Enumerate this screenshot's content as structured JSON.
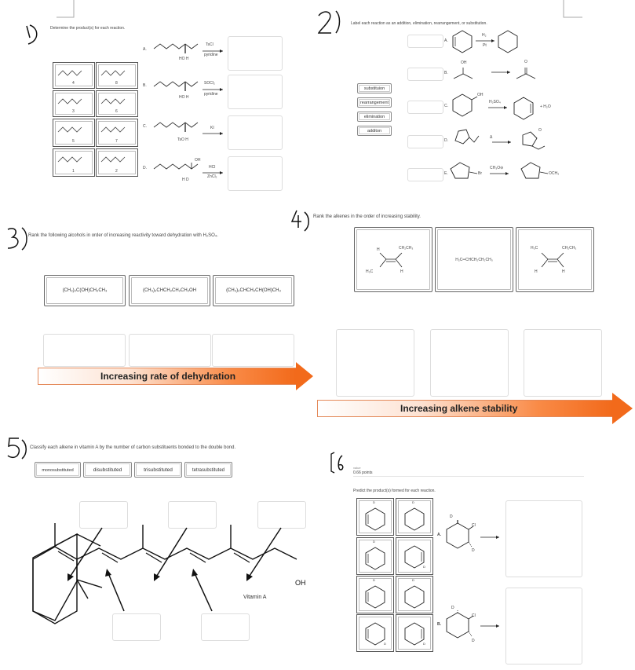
{
  "q1": {
    "number": "1",
    "prompt": "Determine the product(s) for each reaction.",
    "reactions": [
      {
        "label": "A.",
        "reagent1": "TsCl",
        "reagent2": "pyridine",
        "sub": "HO  H"
      },
      {
        "label": "B.",
        "reagent1": "SOCl₂",
        "reagent2": "pyridine",
        "sub": "HO  H"
      },
      {
        "label": "C.",
        "reagent1": "KI",
        "reagent2": "",
        "sub": "TsO  H"
      },
      {
        "label": "D.",
        "reagent1": "HCl",
        "reagent2": "ZnCl₂",
        "sub": "H  D",
        "oh": "OH"
      }
    ],
    "tile_numbers": [
      "4",
      "8",
      "3",
      "6",
      "5",
      "7",
      "1",
      "2"
    ]
  },
  "q2": {
    "number": "2",
    "prompt": "Label each reaction as an addition, elimination, rearrangement, or substitution.",
    "options": [
      "substituion",
      "rearrangement",
      "elimination",
      "additon"
    ],
    "reactions": [
      {
        "label": "A.",
        "reagent1": "H₂",
        "reagent2": "Pt"
      },
      {
        "label": "B.",
        "reagent1": "",
        "reagent2": "",
        "oh": "OH",
        "o": "O"
      },
      {
        "label": "C.",
        "reagent1": "H₂SO₄",
        "reagent2": "",
        "oh": "OH",
        "extra": "+  H₂O"
      },
      {
        "label": "D.",
        "reagent1": "Δ",
        "reagent2": "",
        "o": "O"
      },
      {
        "label": "E.",
        "reagent1": "CH₃O⊖",
        "reagent2": "",
        "br": "Br",
        "och3": "OCH₃"
      }
    ]
  },
  "q3": {
    "number": "3",
    "prompt": "Rank the following alcohols in order of increasing reactivity toward dehydration with H₂SO₄.",
    "alcohols": [
      "(CH₃)₂C(OH)CH₂CH₃",
      "(CH₃)₂CHCH₂CH₂CH₂OH",
      "(CH₃)₂CHCH₂CH(OH)CH₃"
    ],
    "arrow_label": "Increasing rate of dehydration"
  },
  "q4": {
    "number": "4",
    "prompt": "Rank the alkenes in the order of increasing stability.",
    "alkene1": {
      "h1": "H",
      "ethyl": "CH₂CH₃",
      "methyl": "H₃C",
      "h2": "H"
    },
    "alkene2": {
      "formula": "H₂C═CHCH₂CH₂CH₃"
    },
    "alkene3": {
      "methyl": "H₃C",
      "ethyl": "CH₂CH₃",
      "h1": "H",
      "h2": "H"
    },
    "arrow_label": "Increasing alkene stability"
  },
  "q5": {
    "number": "5",
    "prompt": "Classify each alkene in vitamin A by the number of carbon substituents bonded to the double bond.",
    "options": [
      "monosubstituted",
      "disubstituted",
      "trisubstituted",
      "tetrasubstituted"
    ],
    "oh": "OH",
    "molecule_name": "Vitamin A"
  },
  "q6": {
    "number": "6",
    "score_small": "value",
    "score": "0.66 points",
    "prompt": "Predict the product(s) formed for each reaction.",
    "reactions": [
      {
        "label": "A.",
        "d1": "D",
        "cl": "Cl",
        "d2": "D"
      },
      {
        "label": "B.",
        "d1": "D",
        "cl": "Cl",
        "d2": "D"
      }
    ],
    "tile_labels": [
      "D",
      "D",
      "D",
      "D",
      "D",
      "D",
      "D",
      "D"
    ]
  }
}
